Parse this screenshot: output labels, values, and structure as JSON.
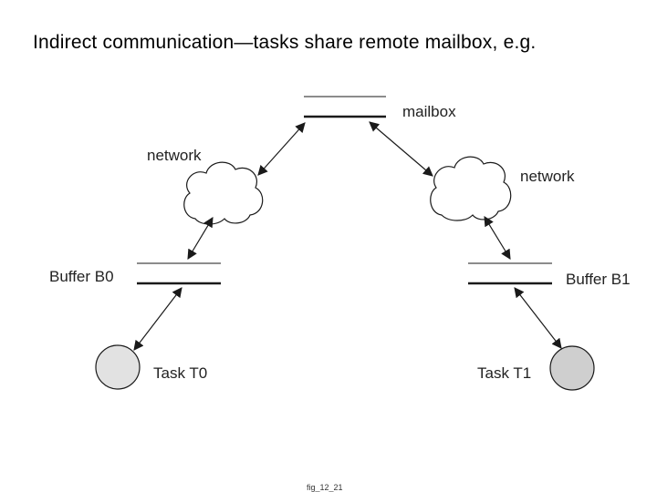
{
  "slide": {
    "title": "Indirect communication—tasks share remote mailbox, e.g.",
    "caption": "fig_12_21"
  },
  "diagram": {
    "mailbox_label": "mailbox",
    "network_left_label": "network",
    "network_right_label": "network",
    "buffer_left_label": "Buffer B0",
    "buffer_right_label": "Buffer B1",
    "task_left_label": "Task T0",
    "task_right_label": "Task T1",
    "colors": {
      "line": "#1a1a1a",
      "task_fill_left": "#e2e2e2",
      "task_fill_right": "#cfcfcf",
      "cloud_fill": "#ffffff"
    }
  }
}
